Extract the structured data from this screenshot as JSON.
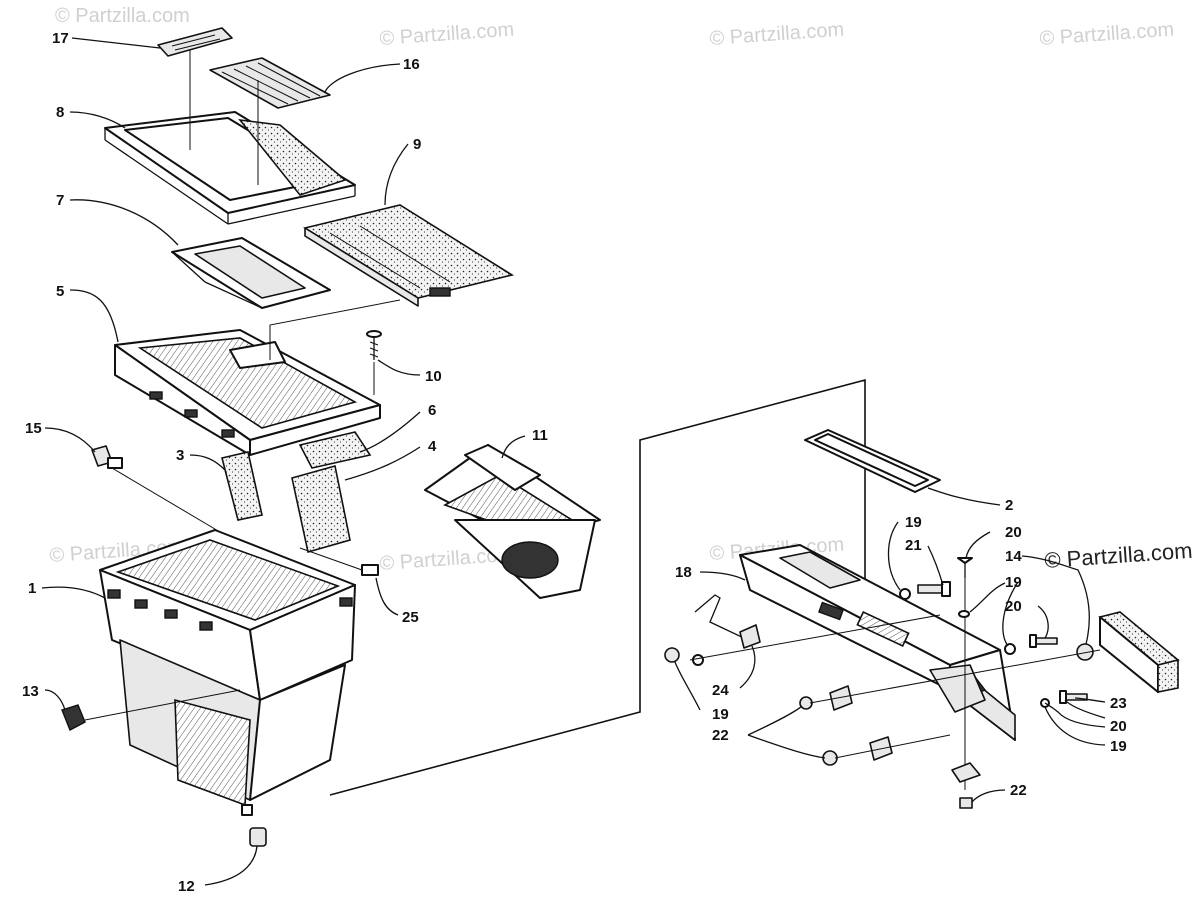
{
  "watermarks": [
    "© Partzilla.com",
    "© Partzilla.com",
    "© Partzilla.com",
    "© Partzilla.com",
    "© Partzilla.com",
    "© Partzilla.com",
    "© Partzilla.com",
    "© Partzilla.com"
  ],
  "callouts": {
    "c1": "1",
    "c2": "2",
    "c3": "3",
    "c4": "4",
    "c5": "5",
    "c6": "6",
    "c7": "7",
    "c8": "8",
    "c9": "9",
    "c10": "10",
    "c11": "11",
    "c12": "12",
    "c13": "13",
    "c14": "14",
    "c15": "15",
    "c16": "16",
    "c17": "17",
    "c18": "18",
    "c19a": "19",
    "c19b": "19",
    "c19c": "19",
    "c19d": "19",
    "c20a": "20",
    "c20b": "20",
    "c20c": "20",
    "c21": "21",
    "c22a": "22",
    "c22b": "22",
    "c23": "23",
    "c24": "24",
    "c25": "25"
  }
}
